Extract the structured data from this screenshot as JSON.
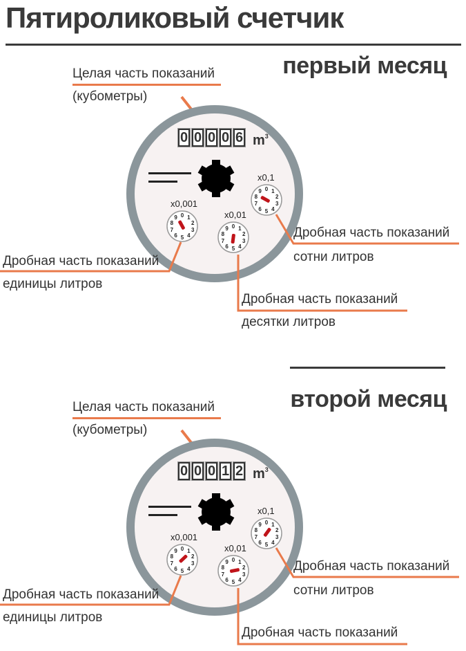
{
  "title": "Пятироликовый счетчик",
  "months": [
    {
      "heading": "первый месяц",
      "integer_label": [
        "Целая часть показаний",
        "(кубометры)"
      ],
      "digits": [
        "0",
        "0",
        "0",
        "0",
        "6"
      ],
      "unit": "m",
      "unit_sup": "3",
      "dials": [
        {
          "label": "x0,1",
          "reading": 8.3
        },
        {
          "label": "x0,001",
          "reading": 9.2
        },
        {
          "label": "x0,01",
          "reading": 5.2
        }
      ],
      "callouts": {
        "hundreds": [
          "Дробная часть показаний",
          "сотни литров"
        ],
        "units": [
          "Дробная часть показаний",
          "единицы литров"
        ],
        "tens": [
          "Дробная часть показаний",
          "десятки литров"
        ]
      }
    },
    {
      "heading": "второй месяц",
      "integer_label": [
        "Целая часть показаний",
        "(кубометры)"
      ],
      "digits": [
        "0",
        "0",
        "0",
        "1",
        "2"
      ],
      "unit": "m",
      "unit_sup": "3",
      "dials": [
        {
          "label": "x0,1",
          "reading": 1.0
        },
        {
          "label": "x0,001",
          "reading": 1.3
        },
        {
          "label": "x0,01",
          "reading": 2.2
        }
      ],
      "callouts": {
        "hundreds": [
          "Дробная часть показаний",
          "сотни литров"
        ],
        "units": [
          "Дробная часть показаний",
          "единицы литров"
        ],
        "tens": [
          "Дробная часть показаний"
        ]
      }
    }
  ],
  "dial_numbers": [
    "0",
    "1",
    "2",
    "3",
    "4",
    "5",
    "6",
    "7",
    "8",
    "9"
  ],
  "colors": {
    "accent": "#e97a4b",
    "ring": "#8b969b",
    "needle": "#c0141a"
  }
}
